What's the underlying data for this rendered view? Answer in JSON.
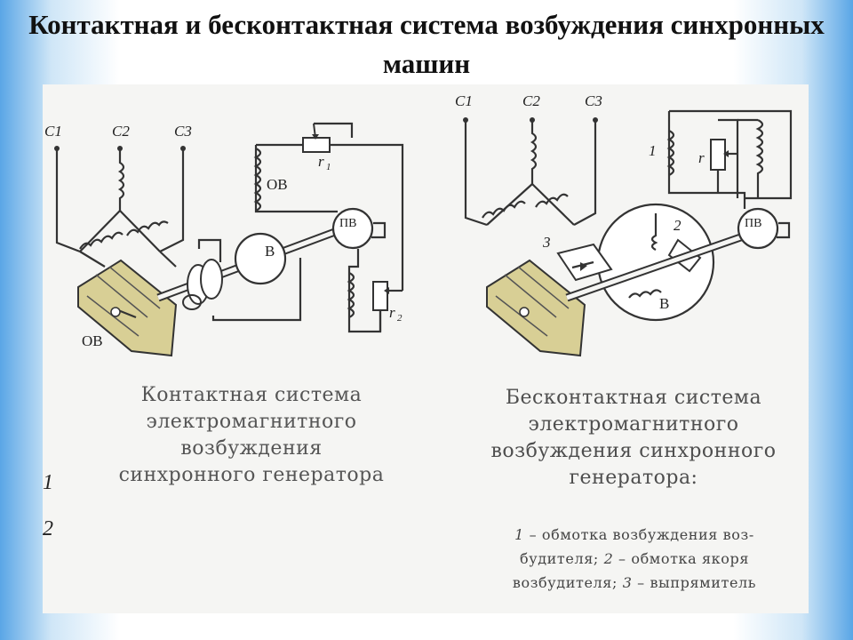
{
  "title": "Контактная и бесконтактная система возбуждения синхронных машин",
  "left_diagram": {
    "labels": {
      "c1": "С1",
      "c2": "С2",
      "c3": "С3",
      "ov_top": "ОВ",
      "ov_bottom": "ОВ",
      "r1": "r",
      "r1_sub": "1",
      "r2": "r",
      "r2_sub": "2",
      "pv": "ПВ",
      "v": "В"
    },
    "caption": "Контактная система электромагнитного возбуждения синхронного генератора",
    "side_numbers": [
      "1",
      "2"
    ]
  },
  "right_diagram": {
    "labels": {
      "c1": "С1",
      "c2": "С2",
      "c3": "С3",
      "n1": "1",
      "n2": "2",
      "n3": "3",
      "r": "r",
      "pv": "ПВ",
      "v": "В"
    },
    "caption": "Бесконтактная система электромагнитного возбуждения синхронного генератора:",
    "legend": {
      "n1": "1",
      "t1": " – обмотка возбуждения воз-будителя; ",
      "n2": "2",
      "t2": " – обмотка якоря возбудителя; ",
      "n3": "3",
      "t3": " – выпрямитель"
    }
  },
  "colors": {
    "rotor": "#d8cf95",
    "line": "#333333",
    "panel": "#f5f5f3"
  }
}
